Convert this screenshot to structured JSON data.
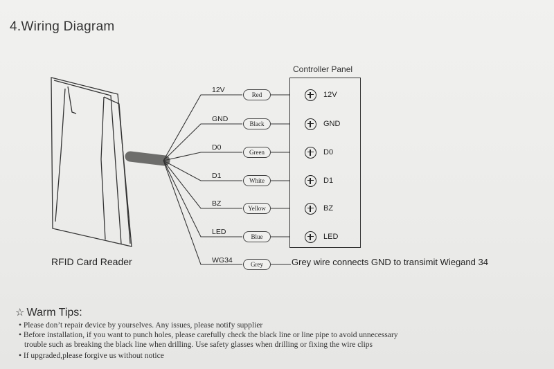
{
  "title": "4.Wiring Diagram",
  "controller_panel_title": "Controller Panel",
  "reader_label": "RFID Card Reader",
  "wires": [
    {
      "label": "12V",
      "color": "Red",
      "terminal": "12V"
    },
    {
      "label": "GND",
      "color": "Black",
      "terminal": "GND"
    },
    {
      "label": "D0",
      "color": "Green",
      "terminal": "D0"
    },
    {
      "label": "D1",
      "color": "White",
      "terminal": "D1"
    },
    {
      "label": "BZ",
      "color": "Yellow",
      "terminal": "BZ"
    },
    {
      "label": "LED",
      "color": "Blue",
      "terminal": "LED"
    },
    {
      "label": "WG34",
      "color": "Grey"
    }
  ],
  "grey_note": "Grey wire connects GND to transimit Wiegand 34",
  "tips": {
    "title": "Warm Tips:",
    "star": "☆",
    "lines": [
      "• Please don’t repair device by yourselves. Any issues, please notify supplier",
      "• Before installation, if you want to punch holes, please carefully check the black line or line pipe to avoid unnecessary",
      "   trouble such as breaking the black line when drilling. Use safety glasses when drilling or fixing the wire clips",
      "• If upgraded,please forgive us without notice"
    ]
  }
}
